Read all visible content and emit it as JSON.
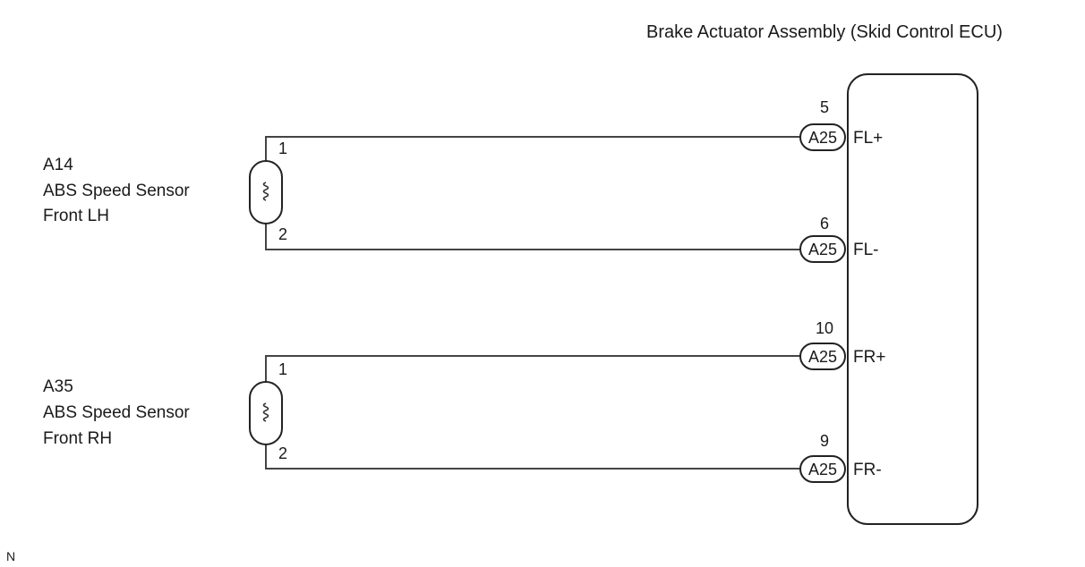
{
  "ecu": {
    "title": "Brake Actuator Assembly (Skid Control ECU)",
    "terminals": [
      {
        "pin": "5",
        "connector": "A25",
        "signal": "FL+"
      },
      {
        "pin": "6",
        "connector": "A25",
        "signal": "FL-"
      },
      {
        "pin": "10",
        "connector": "A25",
        "signal": "FR+"
      },
      {
        "pin": "9",
        "connector": "A25",
        "signal": "FR-"
      }
    ]
  },
  "sensors": [
    {
      "code": "A14",
      "line1": "ABS Speed Sensor",
      "line2": "Front LH",
      "pin_top": "1",
      "pin_bottom": "2"
    },
    {
      "code": "A35",
      "line1": "ABS Speed Sensor",
      "line2": "Front RH",
      "pin_top": "1",
      "pin_bottom": "2"
    }
  ],
  "footer": {
    "mark": "N"
  }
}
